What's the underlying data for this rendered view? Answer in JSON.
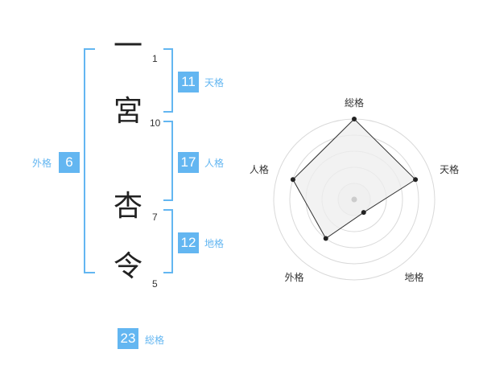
{
  "name_chars": [
    {
      "char": "一",
      "strokes": "1"
    },
    {
      "char": "宮",
      "strokes": "10"
    },
    {
      "char": "杏",
      "strokes": "7"
    },
    {
      "char": "令",
      "strokes": "5"
    }
  ],
  "kakaku": {
    "tenkaku": {
      "value": "11",
      "label": "天格"
    },
    "jinkaku": {
      "value": "17",
      "label": "人格"
    },
    "chikaku": {
      "value": "12",
      "label": "地格"
    },
    "gaikaku": {
      "value": "6",
      "label": "外格"
    },
    "soukaku": {
      "value": "23",
      "label": "総格"
    }
  },
  "colors": {
    "accent": "#63b6f1",
    "grid": "#d9d9d9",
    "fill": "#ededed",
    "line": "#333333"
  },
  "chart_data": {
    "type": "radar",
    "axes": [
      "総格",
      "天格",
      "地格",
      "外格",
      "人格"
    ],
    "levels": 5,
    "values": [
      5,
      4,
      1,
      3,
      4
    ],
    "max": 5
  }
}
